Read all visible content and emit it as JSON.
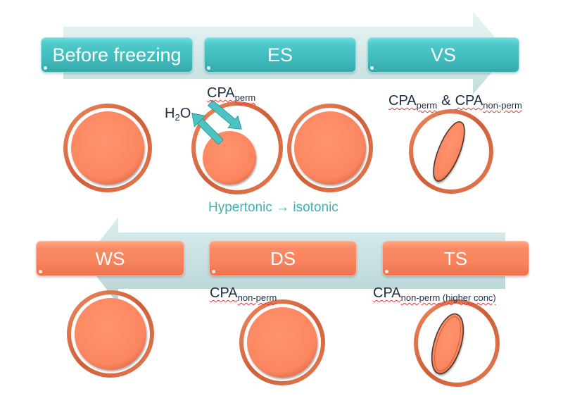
{
  "colors": {
    "teal": "#4fc9ca",
    "coral": "#f8835d",
    "ring": "#d9693f",
    "arrow_band": "#c7e3e4",
    "caption": "#3fb0b0",
    "label_text": "#1f2d44"
  },
  "top_row": {
    "direction": "forward",
    "stages": [
      {
        "label": "Before freezing"
      },
      {
        "label": "ES"
      },
      {
        "label": "VS"
      }
    ]
  },
  "bottom_row": {
    "direction": "backward",
    "stages": [
      {
        "label": "WS"
      },
      {
        "label": "DS"
      },
      {
        "label": "TS"
      }
    ]
  },
  "annotations": {
    "es_cpa_main": "CPA",
    "es_cpa_sub": "perm",
    "es_water_main": "H",
    "es_water_sub": "2",
    "es_water_tail": "O",
    "vs_cpa1_main": "CPA",
    "vs_cpa1_sub": "perm",
    "vs_amp": "&",
    "vs_cpa2_main": "CPA",
    "vs_cpa2_sub": "non-perm",
    "ds_cpa_main": "CPA",
    "ds_cpa_sub": "non-perm",
    "ts_cpa_main": "CPA",
    "ts_cpa_sub": "non-perm (higher conc)",
    "caption": "Hypertonic → isotonic"
  },
  "cells": [
    {
      "id": "before-freezing",
      "state": "normal"
    },
    {
      "id": "es-shrunk",
      "state": "shrunk"
    },
    {
      "id": "es-isotonic",
      "state": "normal"
    },
    {
      "id": "vs",
      "state": "dehydrated"
    },
    {
      "id": "ws",
      "state": "normal"
    },
    {
      "id": "ds",
      "state": "normal"
    },
    {
      "id": "ts",
      "state": "dehydrated"
    }
  ]
}
